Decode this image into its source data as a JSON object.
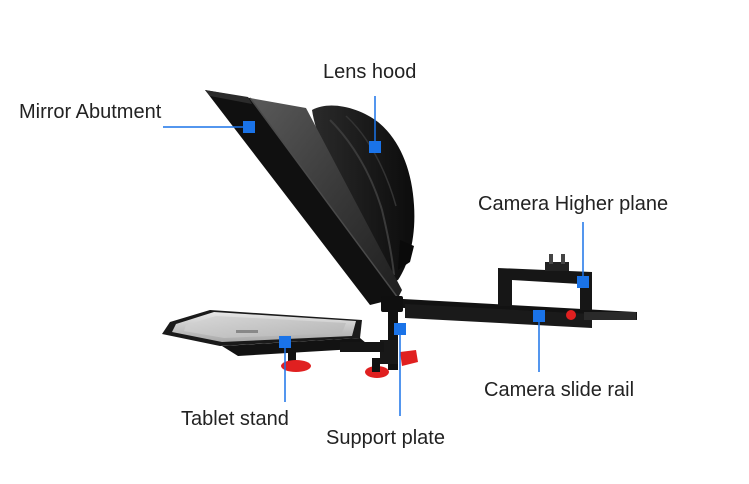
{
  "colors": {
    "marker": "#1a73e8",
    "leader_line": "#1a73e8",
    "label_text": "#222222",
    "device_black": "#151515",
    "accent_red": "#e02020"
  },
  "labels": {
    "lens_hood": "Lens hood",
    "mirror_abutment": "Mirror Abutment",
    "camera_higher_plane": "Camera Higher plane",
    "camera_slide_rail": "Camera slide rail",
    "tablet_stand": "Tablet stand",
    "support_plate": "Support plate"
  }
}
